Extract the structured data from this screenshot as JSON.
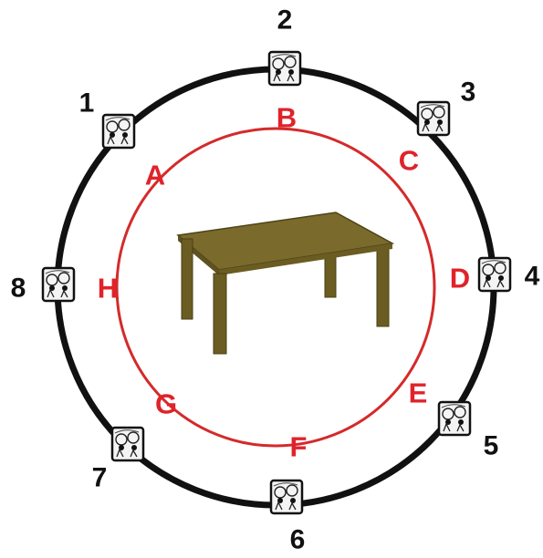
{
  "colors": {
    "outer_ring": "#111111",
    "inner_ring": "#d42a2a",
    "letters": "#e0232a",
    "numbers": "#111111",
    "table_top": "#7a6a2c",
    "table_legs": "#6b5c22",
    "camera_bg": "#f4f4f4",
    "camera_border": "#111111"
  },
  "cameras": [
    {
      "label": "1",
      "icon": "camera-icon"
    },
    {
      "label": "2",
      "icon": "camera-icon"
    },
    {
      "label": "3",
      "icon": "camera-icon"
    },
    {
      "label": "4",
      "icon": "camera-icon"
    },
    {
      "label": "5",
      "icon": "camera-icon"
    },
    {
      "label": "6",
      "icon": "camera-icon"
    },
    {
      "label": "7",
      "icon": "camera-icon"
    },
    {
      "label": "8",
      "icon": "camera-icon"
    }
  ],
  "positions": [
    {
      "label": "A"
    },
    {
      "label": "B"
    },
    {
      "label": "C"
    },
    {
      "label": "D"
    },
    {
      "label": "E"
    },
    {
      "label": "F"
    },
    {
      "label": "G"
    },
    {
      "label": "H"
    }
  ],
  "center_object": {
    "icon": "table-icon"
  }
}
